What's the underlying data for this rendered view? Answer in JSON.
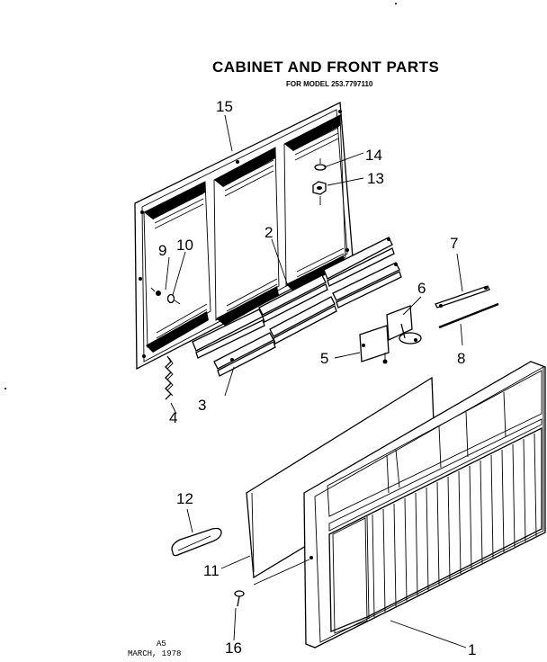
{
  "header": {
    "title": "CABINET AND FRONT PARTS",
    "subtitle": "FOR MODEL 253.7797110"
  },
  "callouts": {
    "c1": "1",
    "c2": "2",
    "c3": "3",
    "c4": "4",
    "c5": "5",
    "c6": "6",
    "c7": "7",
    "c8": "8",
    "c9": "9",
    "c10": "10",
    "c11": "11",
    "c12": "12",
    "c13": "13",
    "c14": "14",
    "c15": "15",
    "c16": "16"
  },
  "footer": {
    "code": "A5",
    "date": "MARCH, 1978"
  }
}
